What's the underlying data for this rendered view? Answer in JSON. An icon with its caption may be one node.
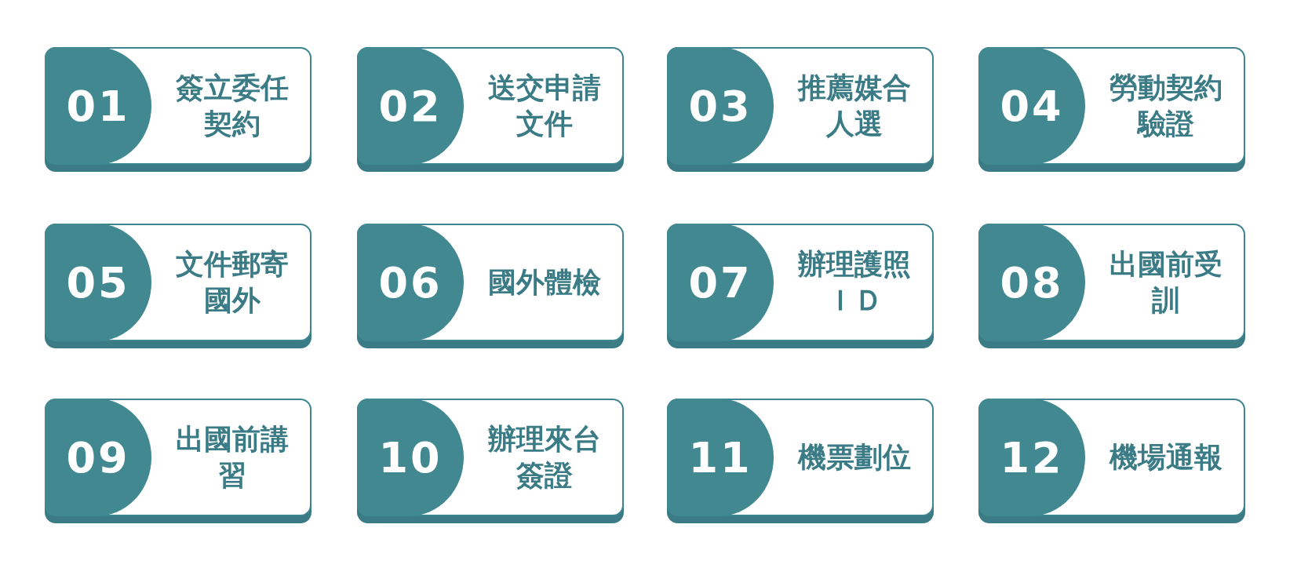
{
  "diagram": {
    "nodes": [
      {
        "text": [
          "01",
          "簽立委任契約"
        ]
      },
      {
        "text": [
          "02",
          "送交申請文件"
        ]
      },
      {
        "text": [
          "03",
          "推薦媒合人選"
        ]
      },
      {
        "text": [
          "04",
          "勞動契約驗證"
        ]
      },
      {
        "text": [
          "05",
          "文件郵寄國外"
        ]
      },
      {
        "text": [
          "06",
          "國外體檢"
        ]
      },
      {
        "text": [
          "07",
          "辦理護照ＩＤ"
        ]
      },
      {
        "text": [
          "08",
          "出國前受訓"
        ]
      },
      {
        "text": [
          "09",
          "出國前講習"
        ]
      },
      {
        "text": [
          "10",
          "辦理來台簽證"
        ]
      },
      {
        "text": [
          "11",
          "機票劃位"
        ]
      },
      {
        "text": [
          "12",
          "機場通報"
        ]
      }
    ]
  }
}
